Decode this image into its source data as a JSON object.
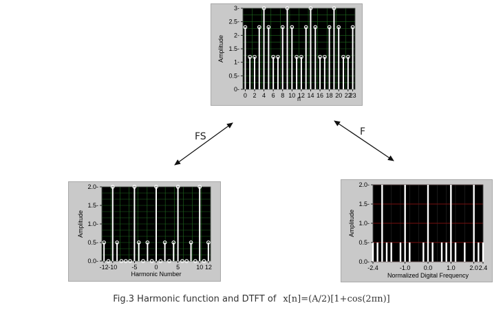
{
  "caption": {
    "prefix": "Fig.3 Harmonic function and DTFT of",
    "equation": "x[n]=(A/2)[1+cos(2πn)]"
  },
  "arrows": {
    "left_label": "FS",
    "right_label": "F"
  },
  "colors": {
    "panel_bg": "#c9c9c9",
    "plot_bg": "#000000",
    "grid_green": "#1f6b1f",
    "grid_red": "#7a1010",
    "stem": "#ffffff"
  },
  "chart_data": [
    {
      "type": "stem",
      "xlabel": "n",
      "ylabel": "Amplitude",
      "xlim": [
        -0.5,
        23.5
      ],
      "ylim": [
        0,
        3
      ],
      "x_ticks": [
        0,
        2,
        4,
        6,
        8,
        10,
        12,
        14,
        16,
        18,
        20,
        22,
        23
      ],
      "y_ticks": [
        0,
        0.5,
        1,
        1.5,
        2,
        2.5,
        3
      ],
      "y_tick_labels": [
        "0",
        "0.5",
        "1",
        "1.5",
        "2",
        "2.5",
        "3"
      ],
      "x": [
        0,
        1,
        2,
        3,
        4,
        5,
        6,
        7,
        8,
        9,
        10,
        11,
        12,
        13,
        14,
        15,
        16,
        17,
        18,
        19,
        20,
        21,
        22,
        23
      ],
      "values": [
        2.3,
        1.2,
        1.2,
        2.3,
        3,
        2.3,
        1.2,
        1.2,
        2.3,
        3,
        2.3,
        1.2,
        1.2,
        2.3,
        3,
        2.3,
        1.2,
        1.2,
        2.3,
        3,
        2.3,
        1.2,
        1.2,
        2.3
      ],
      "grid": "green"
    },
    {
      "type": "stem",
      "xlabel": "Harmonic Number",
      "ylabel": "Amplitude",
      "xlim": [
        -12.5,
        12.5
      ],
      "ylim": [
        0,
        2
      ],
      "x_ticks": [
        -12,
        -10,
        -5,
        0,
        5,
        10,
        12
      ],
      "y_ticks": [
        0,
        0.5,
        1,
        1.5,
        2
      ],
      "y_tick_labels": [
        "0.0",
        "0.5",
        "1.0",
        "1.5",
        "2.0"
      ],
      "x": [
        -12,
        -11,
        -10,
        -9,
        -8,
        -7,
        -6,
        -5,
        -4,
        -3,
        -2,
        -1,
        0,
        1,
        2,
        3,
        4,
        5,
        6,
        7,
        8,
        9,
        10,
        11,
        12
      ],
      "values": [
        0.5,
        0,
        2,
        0.5,
        0,
        0,
        0,
        2,
        0.5,
        0,
        0.5,
        0,
        2,
        0,
        0.5,
        0,
        0.5,
        2,
        0,
        0,
        0.5,
        0,
        2,
        0,
        0.5
      ],
      "grid": "green"
    },
    {
      "type": "bar",
      "xlabel": "Normalized Digital Frequency",
      "ylabel": "Amplitude",
      "xlim": [
        -2.4,
        2.4
      ],
      "ylim": [
        0,
        2
      ],
      "x_ticks": [
        -2.4,
        -1.0,
        0.0,
        1.0,
        2.0,
        2.4
      ],
      "x_tick_labels": [
        "-2.4",
        "-1.0",
        "0.0",
        "1.0",
        "2.0",
        "2.4"
      ],
      "y_ticks": [
        0,
        0.5,
        1,
        1.5,
        2
      ],
      "y_tick_labels": [
        "0.0",
        "0.5",
        "1.0",
        "1.5",
        "2.0"
      ],
      "x": [
        -2.4,
        -2.2,
        -2.0,
        -1.8,
        -1.6,
        -1.4,
        -1.2,
        -1.0,
        -0.8,
        -0.6,
        -0.4,
        -0.2,
        0.0,
        0.2,
        0.4,
        0.6,
        0.8,
        1.0,
        1.2,
        1.4,
        1.6,
        1.8,
        2.0,
        2.2,
        2.4
      ],
      "values": [
        0.5,
        0.5,
        2,
        0.5,
        0.5,
        0,
        0.5,
        2,
        0.5,
        0,
        0,
        0.5,
        2,
        0.5,
        0,
        0.5,
        0.5,
        2,
        0.5,
        0,
        0.5,
        0,
        2,
        0.5,
        0.5
      ],
      "grid": "red"
    }
  ]
}
